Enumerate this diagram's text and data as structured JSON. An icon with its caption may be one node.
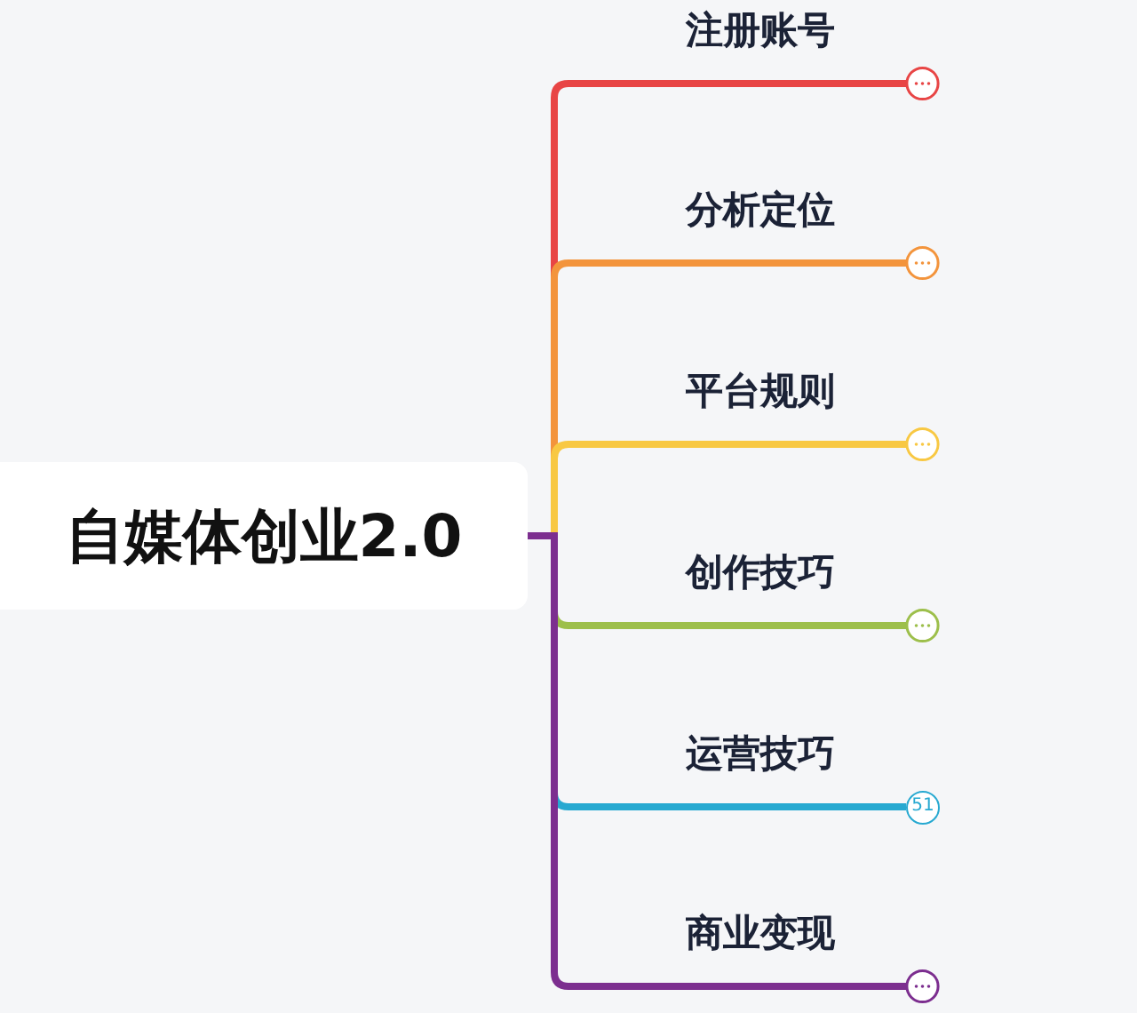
{
  "diagram": {
    "nodes": [
      {
        "text": [
          "自媒体创业2.0"
        ]
      },
      {
        "text": [
          "注册账号"
        ]
      },
      {
        "text": [
          "分析定位"
        ]
      },
      {
        "text": [
          "平台规则"
        ]
      },
      {
        "text": [
          "创作技巧"
        ]
      },
      {
        "text": [
          "运营技巧"
        ]
      },
      {
        "text": [
          "商业变现"
        ]
      }
    ],
    "edges": [
      {
        "from": 0,
        "to": 1,
        "arrow": "other",
        "color": "#e84545"
      },
      {
        "from": 0,
        "to": 2,
        "arrow": "other",
        "color": "#f3943c"
      },
      {
        "from": 0,
        "to": 3,
        "arrow": "other",
        "color": "#f8c843"
      },
      {
        "from": 0,
        "to": 4,
        "arrow": "other",
        "color": "#9dbf4b"
      },
      {
        "from": 0,
        "to": 5,
        "arrow": "none",
        "color": "#27a9d1"
      },
      {
        "from": 0,
        "to": 6,
        "arrow": "other",
        "color": "#7c2e8f"
      }
    ],
    "labels": [
      "51"
    ]
  }
}
